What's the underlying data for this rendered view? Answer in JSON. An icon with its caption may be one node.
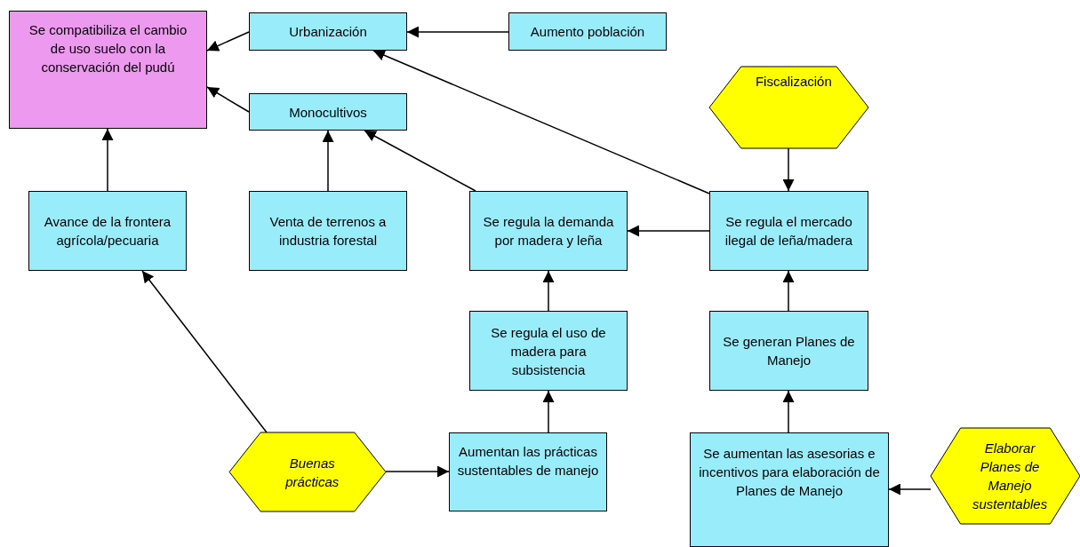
{
  "diagram": {
    "nodes": [
      {
        "text": [
          "Se compatibiliza el cambio de uso suelo con la conservación del pudú"
        ]
      },
      {
        "text": [
          "Urbanización"
        ]
      },
      {
        "text": [
          "Aumento población"
        ]
      },
      {
        "text": [
          "Monocultivos"
        ]
      },
      {
        "text": [
          "Fiscalización"
        ]
      },
      {
        "text": [
          "Avance de la frontera agrícola/pecuaria"
        ]
      },
      {
        "text": [
          "Venta de terrenos a industria forestal"
        ]
      },
      {
        "text": [
          "Se regula la demanda por madera y leña"
        ]
      },
      {
        "text": [
          "Se regula el mercado ilegal de leña/madera"
        ]
      },
      {
        "text": [
          "Se regula el uso de madera para subsistencia"
        ]
      },
      {
        "text": [
          "Se generan Planes de Manejo"
        ]
      },
      {
        "text": [
          "Buenas prácticas"
        ]
      },
      {
        "text": [
          "Aumentan las prácticas sustentables de manejo"
        ]
      },
      {
        "text": [
          "Se aumentan las asesorias e incentivos para elaboración de Planes de Manejo"
        ]
      },
      {
        "text": [
          "Elaborar Planes de Manejo sustentables"
        ]
      }
    ],
    "edges": [
      {
        "from": 1,
        "to": 0,
        "arrow": "to"
      },
      {
        "from": 3,
        "to": 0,
        "arrow": "to"
      },
      {
        "from": 2,
        "to": 1,
        "arrow": "to"
      },
      {
        "from": 8,
        "to": 1,
        "arrow": "to"
      },
      {
        "from": 5,
        "to": 0,
        "arrow": "to"
      },
      {
        "from": 6,
        "to": 3,
        "arrow": "to"
      },
      {
        "from": 7,
        "to": 3,
        "arrow": "to"
      },
      {
        "from": 4,
        "to": 8,
        "arrow": "to"
      },
      {
        "from": 8,
        "to": 7,
        "arrow": "to"
      },
      {
        "from": 9,
        "to": 7,
        "arrow": "to"
      },
      {
        "from": 10,
        "to": 8,
        "arrow": "to"
      },
      {
        "from": 12,
        "to": 9,
        "arrow": "to"
      },
      {
        "from": 13,
        "to": 10,
        "arrow": "to"
      },
      {
        "from": 11,
        "to": 5,
        "arrow": "to"
      },
      {
        "from": 11,
        "to": 12,
        "arrow": "to"
      },
      {
        "from": 14,
        "to": 13,
        "arrow": "to"
      }
    ]
  }
}
